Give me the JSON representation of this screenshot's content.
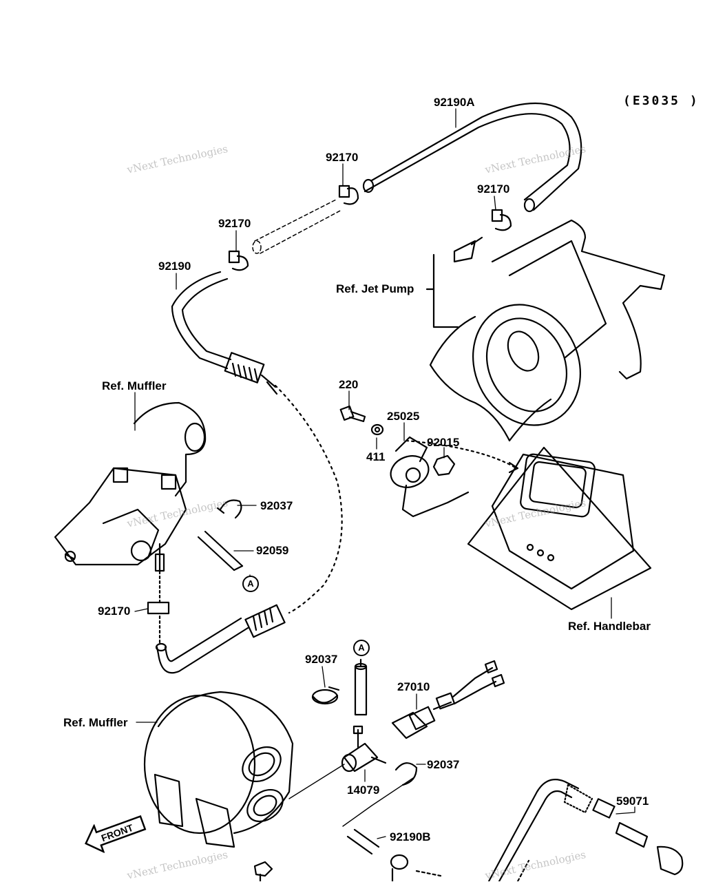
{
  "diagram": {
    "code": "(E3035 )",
    "front_label": "FRONT",
    "callout_circle": "A",
    "watermark": {
      "line1": "vNext Technologies",
      "line2": "vNext",
      "line3": "Technologies"
    },
    "labels": [
      "92190A",
      "92170",
      "92170",
      "92170",
      "92190",
      "Ref. Jet Pump",
      "Ref. Muffler",
      "220",
      "25025",
      "411",
      "92015",
      "92037",
      "92059",
      "92170",
      "Ref. Handlebar",
      "92037",
      "27010",
      "Ref. Muffler",
      "92037",
      "14079",
      "59071",
      "92190B"
    ]
  }
}
